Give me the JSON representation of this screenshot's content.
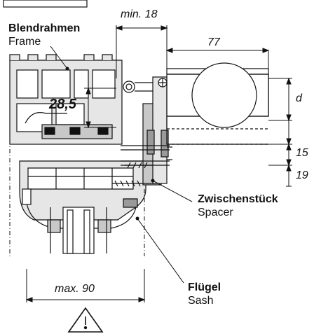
{
  "labels": {
    "frame_de": "Blendrahmen",
    "frame_en": "Frame",
    "spacer_de": "Zwischenstück",
    "spacer_en": "Spacer",
    "sash_de": "Flügel",
    "sash_en": "Sash"
  },
  "dimensions": {
    "min_gap": "min. 18",
    "box_width": "77",
    "depth": "d",
    "inner_height": "28,5",
    "spacer_a": "15",
    "spacer_b": "19",
    "max_width": "max. 90"
  },
  "icons": {
    "warning": "warning-triangle-icon"
  },
  "colors": {
    "line": "#111111",
    "fill_light": "#e6e6e6",
    "fill_mid": "#c8c8c8",
    "fill_dark": "#9a9a9a"
  }
}
